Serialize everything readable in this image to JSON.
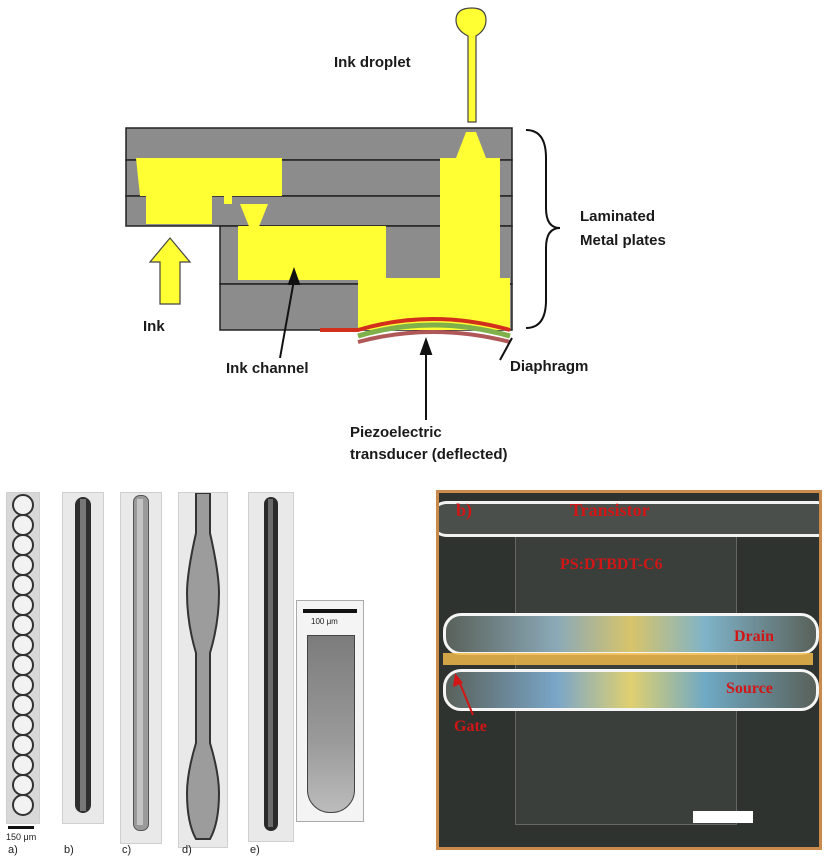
{
  "diagram": {
    "labels": {
      "ink_droplet": "Ink droplet",
      "laminated": "Laminated",
      "metal_plates": "Metal plates",
      "ink": "Ink",
      "ink_channel": "Ink channel",
      "diaphragm": "Diaphragm",
      "piezo_line1": "Piezoelectric",
      "piezo_line2": "transducer (deflected)"
    },
    "colors": {
      "plate": "#8c8c8c",
      "ink": "#ffff33",
      "diaphragm_red": "#d2301c",
      "diaphragm_green": "#7fb04a",
      "piezo": "#b05858"
    }
  },
  "micrographs": {
    "scale_label": "150 μm",
    "inset_scale_label": "100 μm",
    "captions": [
      "a)",
      "b)",
      "c)",
      "d)",
      "e)"
    ]
  },
  "transistor": {
    "panel_label": "b)",
    "title": "Transistor",
    "material": "PS:DTBDT-C6",
    "drain": "Drain",
    "source": "Source",
    "gate": "Gate",
    "colors": {
      "border": "#c98a4b",
      "label": "#d21616"
    }
  }
}
